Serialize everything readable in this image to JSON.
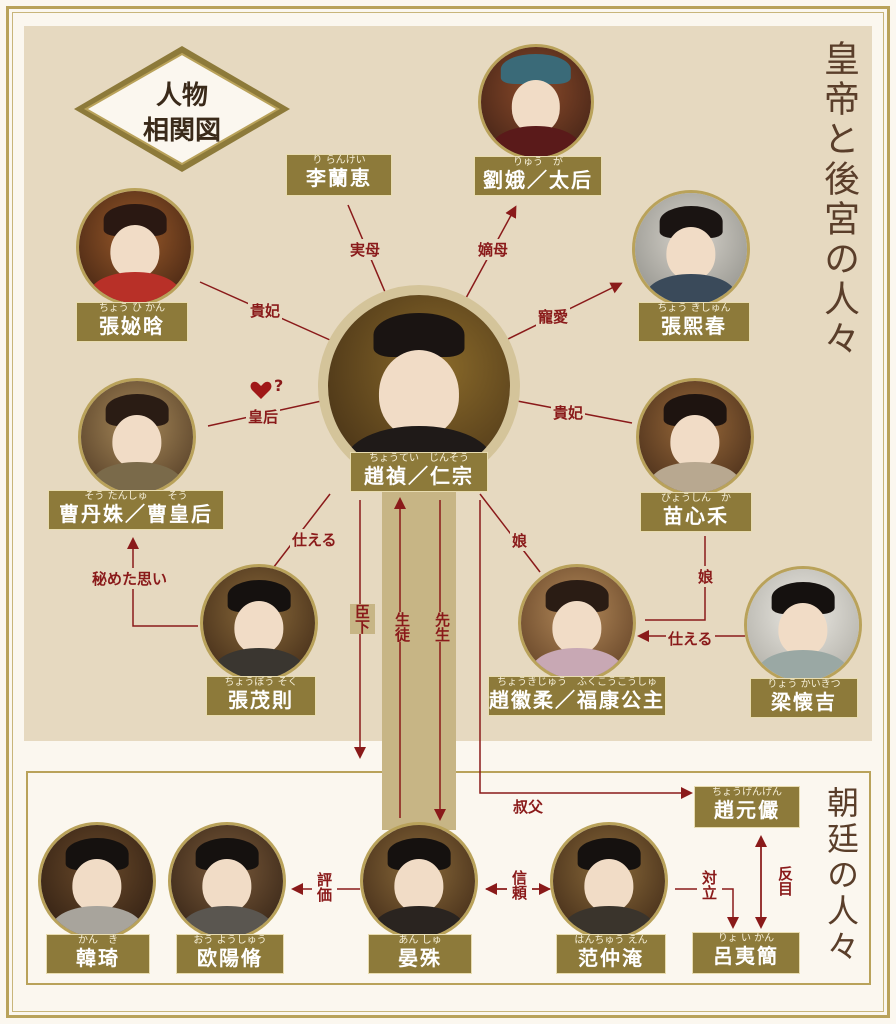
{
  "title_line1": "人物",
  "title_line2": "相関図",
  "section_upper": "皇帝と後宮の人々",
  "section_lower": "朝廷の人々",
  "people": {
    "emperor": {
      "ruby": "ちょうてい　じんそう",
      "name": "趙禎／仁宗"
    },
    "li_lanhui": {
      "ruby": "り らんけい",
      "name": "李蘭恵"
    },
    "liu_e": {
      "ruby": "りゅう　が",
      "name": "劉娥／太后"
    },
    "zhang_wanhao": {
      "ruby": "ちょう ひ かん",
      "name": "張妼晗"
    },
    "zhang_xichun": {
      "ruby": "ちょう きしゅん",
      "name": "張煕春"
    },
    "cao": {
      "ruby": "そう たんしゅ　　そう",
      "name": "曹丹姝／曹皇后"
    },
    "miao": {
      "ruby": "びょうしん　か",
      "name": "苗心禾"
    },
    "zhang_maoze": {
      "ruby": "ちょうぼう そく",
      "name": "張茂則"
    },
    "huirou": {
      "ruby": "ちょうきじゅう　ふくこうこうしゅ",
      "name": "趙徽柔／福康公主"
    },
    "liang": {
      "ruby": "りょう かいきつ",
      "name": "梁懐吉"
    },
    "zhao_yuanyan": {
      "ruby": "ちょうげんげん",
      "name": "趙元儼"
    },
    "han_qi": {
      "ruby": "かん　き",
      "name": "韓琦"
    },
    "ouyang": {
      "ruby": "おう ようしゅう",
      "name": "欧陽脩"
    },
    "yan_shu": {
      "ruby": "あん しゅ",
      "name": "晏殊"
    },
    "fan": {
      "ruby": "はんちゅう えん",
      "name": "范仲淹"
    },
    "lu": {
      "ruby": "りょ い かん",
      "name": "呂夷簡"
    }
  },
  "relations": {
    "birth_mother": "実母",
    "legal_mother": "嫡母",
    "noble_consort_left": "貴妃",
    "favored": "寵愛",
    "empress": "皇后",
    "question": "?",
    "noble_consort_right": "貴妃",
    "serves_top": "仕える",
    "daughter_left": "娘",
    "daughter_right": "娘",
    "secret_love": "秘めた思い",
    "serves_right": "仕える",
    "subject": "臣下",
    "student": "生徒",
    "teacher": "先生",
    "uncle": "叔父",
    "evaluates": "評価",
    "trust": "信頼",
    "oppose": "対立",
    "turn_against": "反目"
  },
  "colors": {
    "accent_gold": "#b9a25a",
    "plate": "#8d7a3a",
    "relation_red": "#8a1a1a",
    "beige": "#e6d9c0"
  }
}
